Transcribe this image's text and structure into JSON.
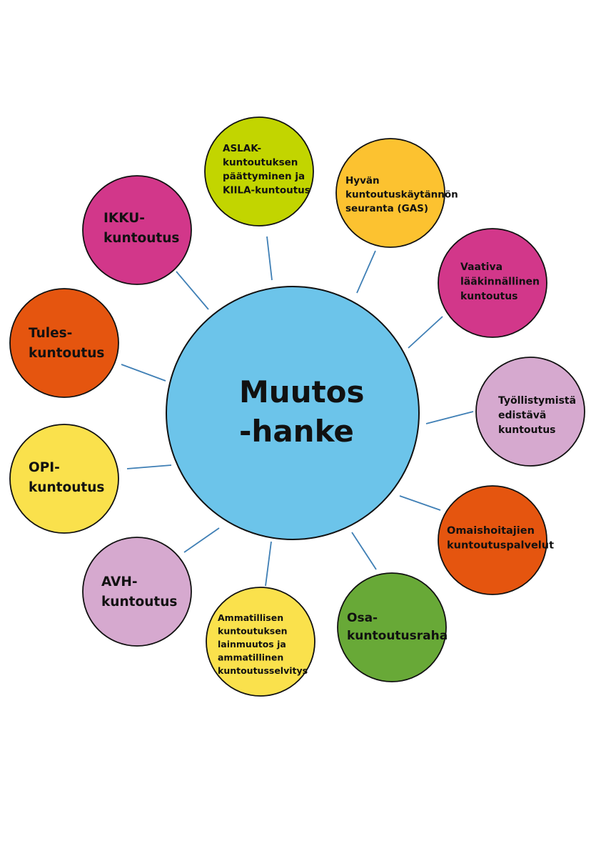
{
  "hub": {
    "lines": [
      "Muutos",
      "-hanke"
    ],
    "color": "#6CC4EA"
  },
  "nodes": [
    {
      "id": "aslak",
      "lines": [
        "ASLAK-",
        "kuntoutuksen",
        "päättyminen ja",
        "KIILA-kuntoutus"
      ],
      "color": "#C2D500"
    },
    {
      "id": "gas",
      "lines": [
        "Hyvän",
        "kuntoutuskäytännön",
        "seuranta (GAS)"
      ],
      "color": "#FCC230"
    },
    {
      "id": "vaativa",
      "lines": [
        "Vaativa",
        "lääkinnällinen",
        "kuntoutus"
      ],
      "color": "#D2378A"
    },
    {
      "id": "tyollistymista",
      "lines": [
        "Työllistymistä",
        "edistävä",
        "kuntoutus"
      ],
      "color": "#D6A9CF"
    },
    {
      "id": "omaishoitajien",
      "lines": [
        "Omaishoitajien",
        "kuntoutuspalvelut"
      ],
      "color": "#E5550F"
    },
    {
      "id": "osakuntoutusraha",
      "lines": [
        "Osa-",
        "kuntoutusraha"
      ],
      "color": "#68A937"
    },
    {
      "id": "ammatillisen",
      "lines": [
        "Ammatillisen",
        "kuntoutuksen",
        "lainmuutos ja",
        "ammatillinen",
        "kuntoutusselvitys"
      ],
      "color": "#FAE14C"
    },
    {
      "id": "avh",
      "lines": [
        "AVH-",
        "kuntoutus"
      ],
      "color": "#D6A9CF"
    },
    {
      "id": "opi",
      "lines": [
        "OPI-",
        "kuntoutus"
      ],
      "color": "#FAE14C"
    },
    {
      "id": "tules",
      "lines": [
        "Tules-",
        "kuntoutus"
      ],
      "color": "#E5550F"
    },
    {
      "id": "ikku",
      "lines": [
        "IKKU-",
        "kuntoutus"
      ],
      "color": "#D2378A"
    }
  ],
  "connector_color": "#3F7FB5"
}
